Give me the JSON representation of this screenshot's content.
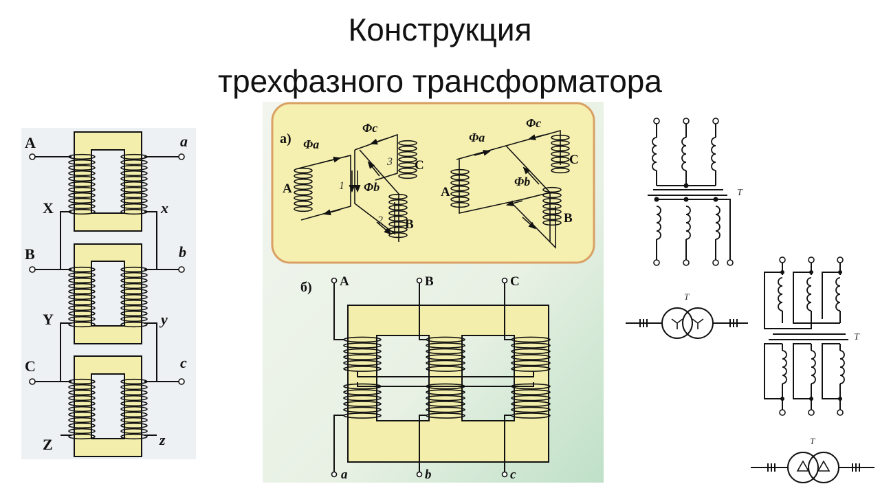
{
  "title": {
    "line1": "Конструкция",
    "line2": "трехфазного трансформатора"
  },
  "left_figure": {
    "terminals_left": [
      "A",
      "X",
      "B",
      "Y",
      "C",
      "Z"
    ],
    "terminals_right": [
      "a",
      "x",
      "b",
      "y",
      "c",
      "z"
    ]
  },
  "flux_diagram": {
    "part_label": "а)",
    "flux_a": "Φa",
    "flux_b": "Φb",
    "flux_c": "Φc",
    "path_numbers": [
      "1",
      "2",
      "3"
    ],
    "phase_labels": [
      "A",
      "B",
      "C"
    ]
  },
  "core_diagram": {
    "part_label": "б)",
    "primary_terminals": [
      "A",
      "B",
      "C"
    ],
    "secondary_terminals": [
      "a",
      "b",
      "c"
    ]
  },
  "symbols": {
    "transformer_label": "T"
  },
  "colors": {
    "core_fill": "#f3eeab",
    "core_stroke": "#111111",
    "panel_fill": "#f6f0b0",
    "panel_border": "#d9a063"
  }
}
